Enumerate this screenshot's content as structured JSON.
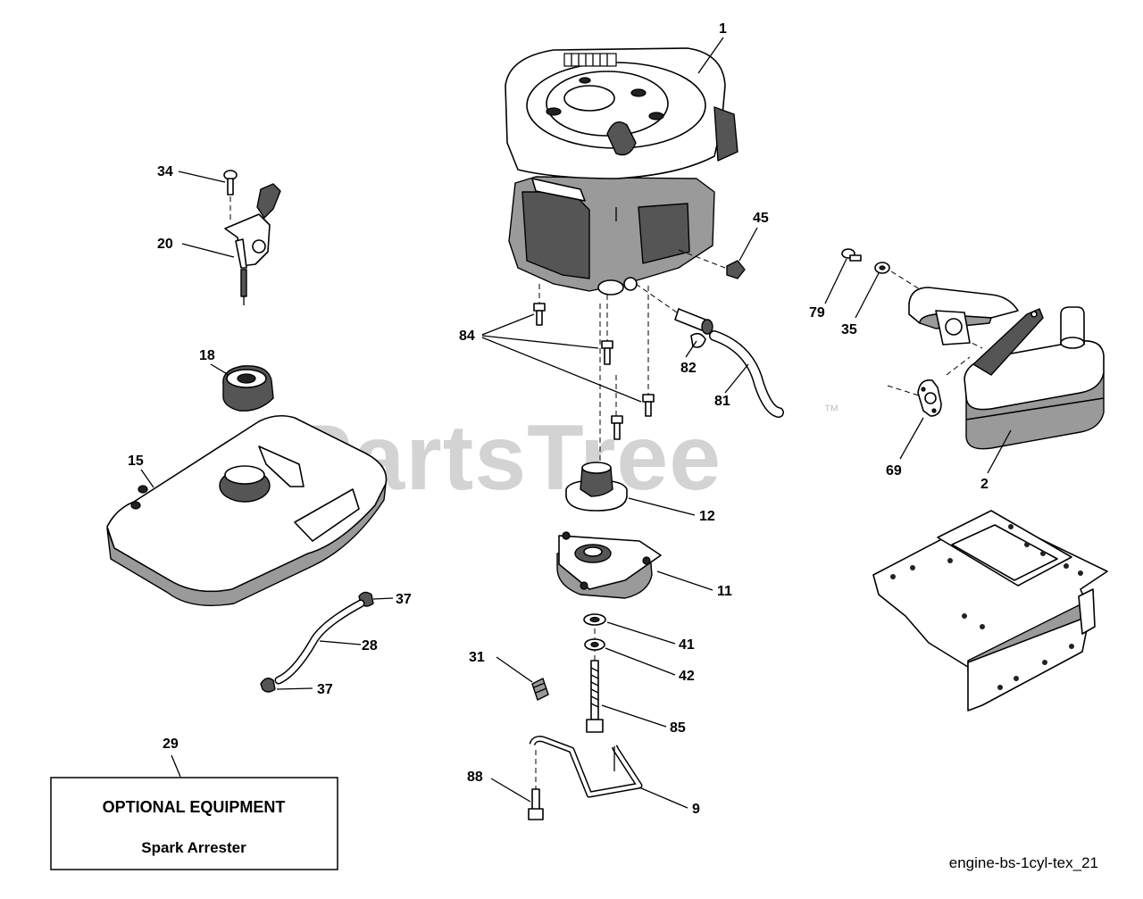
{
  "watermark": {
    "text": "PartsTree",
    "trademark": "™"
  },
  "callouts": [
    {
      "id": "c1",
      "label": "1"
    },
    {
      "id": "c2",
      "label": "2"
    },
    {
      "id": "c9",
      "label": "9"
    },
    {
      "id": "c11",
      "label": "11"
    },
    {
      "id": "c12",
      "label": "12"
    },
    {
      "id": "c15",
      "label": "15"
    },
    {
      "id": "c18",
      "label": "18"
    },
    {
      "id": "c20",
      "label": "20"
    },
    {
      "id": "c28",
      "label": "28"
    },
    {
      "id": "c29",
      "label": "29"
    },
    {
      "id": "c31",
      "label": "31"
    },
    {
      "id": "c34",
      "label": "34"
    },
    {
      "id": "c35",
      "label": "35"
    },
    {
      "id": "c37a",
      "label": "37"
    },
    {
      "id": "c37b",
      "label": "37"
    },
    {
      "id": "c41",
      "label": "41"
    },
    {
      "id": "c42",
      "label": "42"
    },
    {
      "id": "c45",
      "label": "45"
    },
    {
      "id": "c69",
      "label": "69"
    },
    {
      "id": "c79",
      "label": "79"
    },
    {
      "id": "c81",
      "label": "81"
    },
    {
      "id": "c82",
      "label": "82"
    },
    {
      "id": "c84",
      "label": "84"
    },
    {
      "id": "c85",
      "label": "85"
    },
    {
      "id": "c88",
      "label": "88"
    }
  ],
  "optional_box": {
    "title": "OPTIONAL EQUIPMENT",
    "item": "Spark Arrester"
  },
  "diagram_ref": "engine-bs-1cyl-tex_21"
}
